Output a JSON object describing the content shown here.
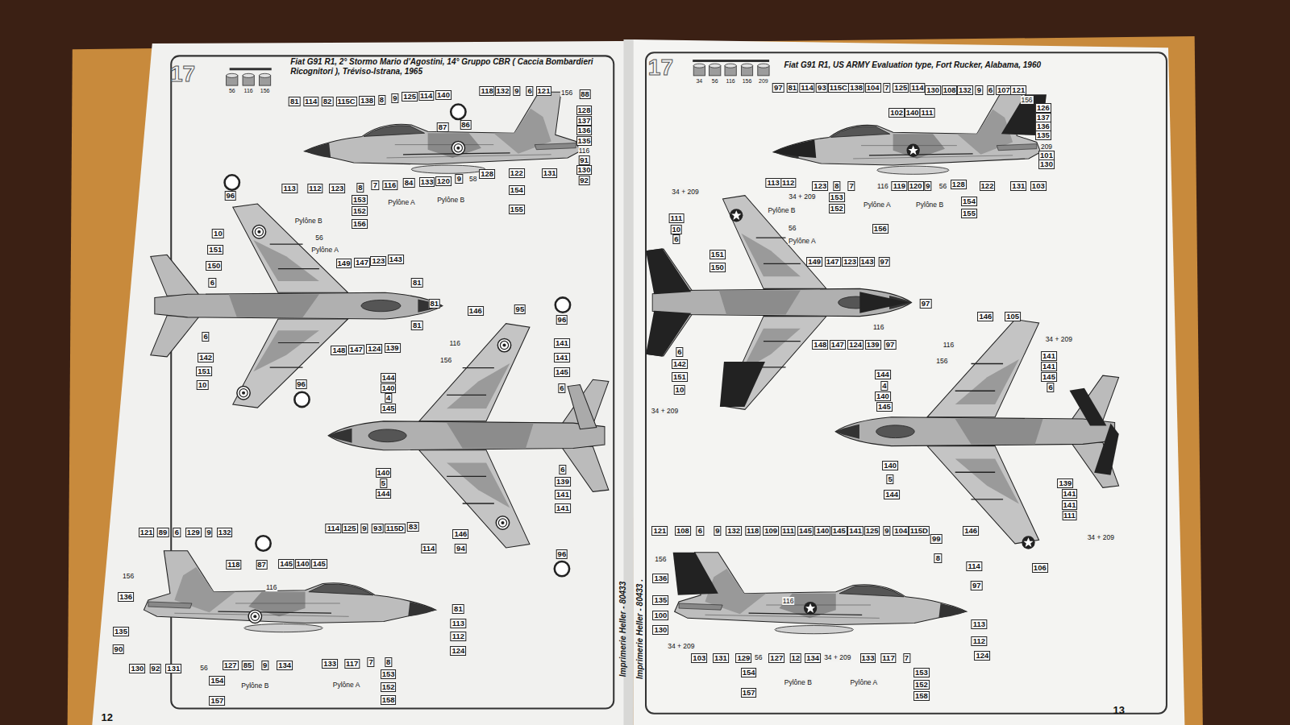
{
  "diagram": {
    "title": "Fiat G91 R1, 2° Stormo Mario d'Agostini, 14° Gruppo CBR ( Caccia Bombardieri Ricognitori ), Tréviso-Istrana, 1965",
    "labels": [
      "17",
      "56",
      "116",
      "156",
      "81",
      "114",
      "82",
      "115C",
      "138",
      "8",
      "9",
      "125",
      "114",
      "140",
      "118",
      "132",
      "9",
      "6",
      "121",
      "156",
      "88",
      "128",
      "137",
      "136",
      "135",
      "116",
      "91",
      "130",
      "92",
      "87",
      "86",
      "113",
      "112",
      "123",
      "8",
      "7",
      "116",
      "84",
      "133",
      "120",
      "9",
      "58",
      "128",
      "122",
      "131",
      "153",
      "Pylône A",
      "Pylône B",
      "154",
      "152",
      "156",
      "155",
      "96",
      "Pylône B",
      "56",
      "Pylône A",
      "10",
      "151",
      "150",
      "6",
      "149",
      "147",
      "123",
      "143",
      "81",
      "81",
      "81",
      "6",
      "142",
      "151",
      "10",
      "148",
      "147",
      "124",
      "139",
      "96",
      "146",
      "95",
      "96",
      "116",
      "156",
      "141",
      "141",
      "145",
      "6",
      "144",
      "140",
      "4",
      "145",
      "140",
      "5",
      "144",
      "6",
      "139",
      "141",
      "141",
      "146",
      "94",
      "96",
      "121",
      "89",
      "6",
      "129",
      "9",
      "132",
      "114",
      "125",
      "9",
      "93",
      "115D",
      "83",
      "118",
      "87",
      "145",
      "140",
      "145",
      "114",
      "156",
      "136",
      "116",
      "135",
      "90",
      "81",
      "113",
      "112",
      "124",
      "130",
      "92",
      "131",
      "56",
      "127",
      "85",
      "9",
      "134",
      "133",
      "117",
      "7",
      "8",
      "154",
      "153",
      "Pylône B",
      "Pylône A",
      "152",
      "157",
      "158",
      "Imprimerie Heller - 80433",
      "Imprimerie Heller - 80433 .",
      "12",
      "13",
      "17",
      "34",
      "56",
      "116",
      "156",
      "209",
      "Fiat G91 R1, US ARMY Evaluation type, Fort Rucker, Alabama, 1960",
      "97",
      "81",
      "114",
      "93",
      "115C",
      "138",
      "104",
      "7",
      "125",
      "114",
      "130",
      "108",
      "132",
      "9",
      "6",
      "107",
      "121",
      "102",
      "140",
      "111",
      "156",
      "126",
      "137",
      "136",
      "135",
      "209",
      "101",
      "130",
      "113",
      "112",
      "123",
      "8",
      "7",
      "34 + 209",
      "116",
      "119",
      "120",
      "9",
      "56",
      "128",
      "122",
      "131",
      "103",
      "153",
      "152",
      "Pylône A",
      "Pylône B",
      "154",
      "155",
      "156",
      "34 + 209",
      "111",
      "10",
      "6",
      "Pylône B",
      "56",
      "Pylône A",
      "151",
      "150",
      "149",
      "147",
      "123",
      "143",
      "97",
      "97",
      "6",
      "142",
      "151",
      "10",
      "116",
      "148",
      "147",
      "124",
      "139",
      "97",
      "34 + 209",
      "146",
      "105",
      "34 + 209",
      "116",
      "156",
      "141",
      "141",
      "145",
      "6",
      "144",
      "4",
      "140",
      "145",
      "140",
      "5",
      "144",
      "139",
      "141",
      "141",
      "111",
      "146",
      "34 + 209",
      "106",
      "121",
      "108",
      "6",
      "9",
      "132",
      "118",
      "109",
      "111",
      "145",
      "140",
      "145",
      "141",
      "125",
      "9",
      "104",
      "115D",
      "99",
      "8",
      "114",
      "97",
      "156",
      "136",
      "135",
      "100",
      "130",
      "116",
      "34 + 209",
      "103",
      "131",
      "129",
      "56",
      "127",
      "12",
      "134",
      "34 + 209",
      "133",
      "117",
      "7",
      "113",
      "112",
      "124",
      "154",
      "153",
      "Pylône B",
      "Pylône A",
      "152",
      "157",
      "158"
    ]
  }
}
